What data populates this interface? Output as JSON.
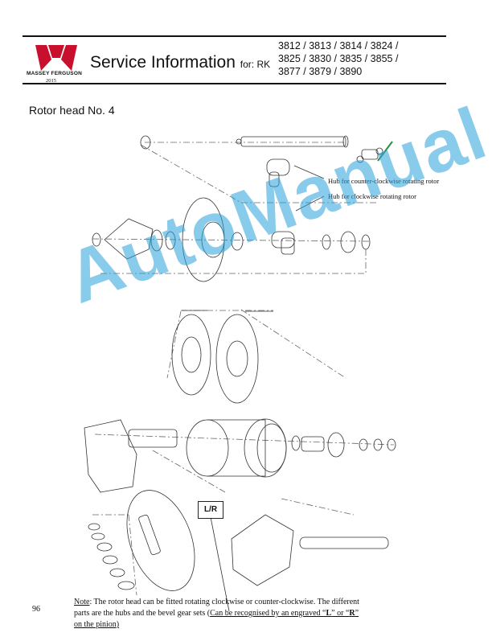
{
  "header": {
    "brand_name": "MASSEY FERGUSON",
    "year": "2015",
    "title": "Service Information",
    "title_suffix": "for: RK",
    "models_line1": "3812 / 3813 / 3814 / 3824 /",
    "models_line2": "3825 / 3830 / 3835 / 3855 /",
    "models_line3": "3877 / 3879 / 3890",
    "brand_color": "#c8102e"
  },
  "section_title": "Rotor head  No. 4",
  "callouts": {
    "hub_ccw": "Hub for counter-clockwise rotating rotor",
    "hub_cw": "Hub for clockwise rotating rotor",
    "lr_label": "L/R"
  },
  "watermark": "AutoManual",
  "watermark_color": "#2aa2dc",
  "note": {
    "label": "Note",
    "text1": ": The rotor head can be fitted rotating clockwise or counter-clockwise. The different",
    "text2": "parts are the hubs and the bevel gear sets (",
    "text2_u": "Can be recognised by an engraved “",
    "letter_l": "L",
    "text2_mid": "” or “",
    "letter_r": "R",
    "text2_end": "”",
    "text3": "on the pinion)"
  },
  "page_number": "96"
}
